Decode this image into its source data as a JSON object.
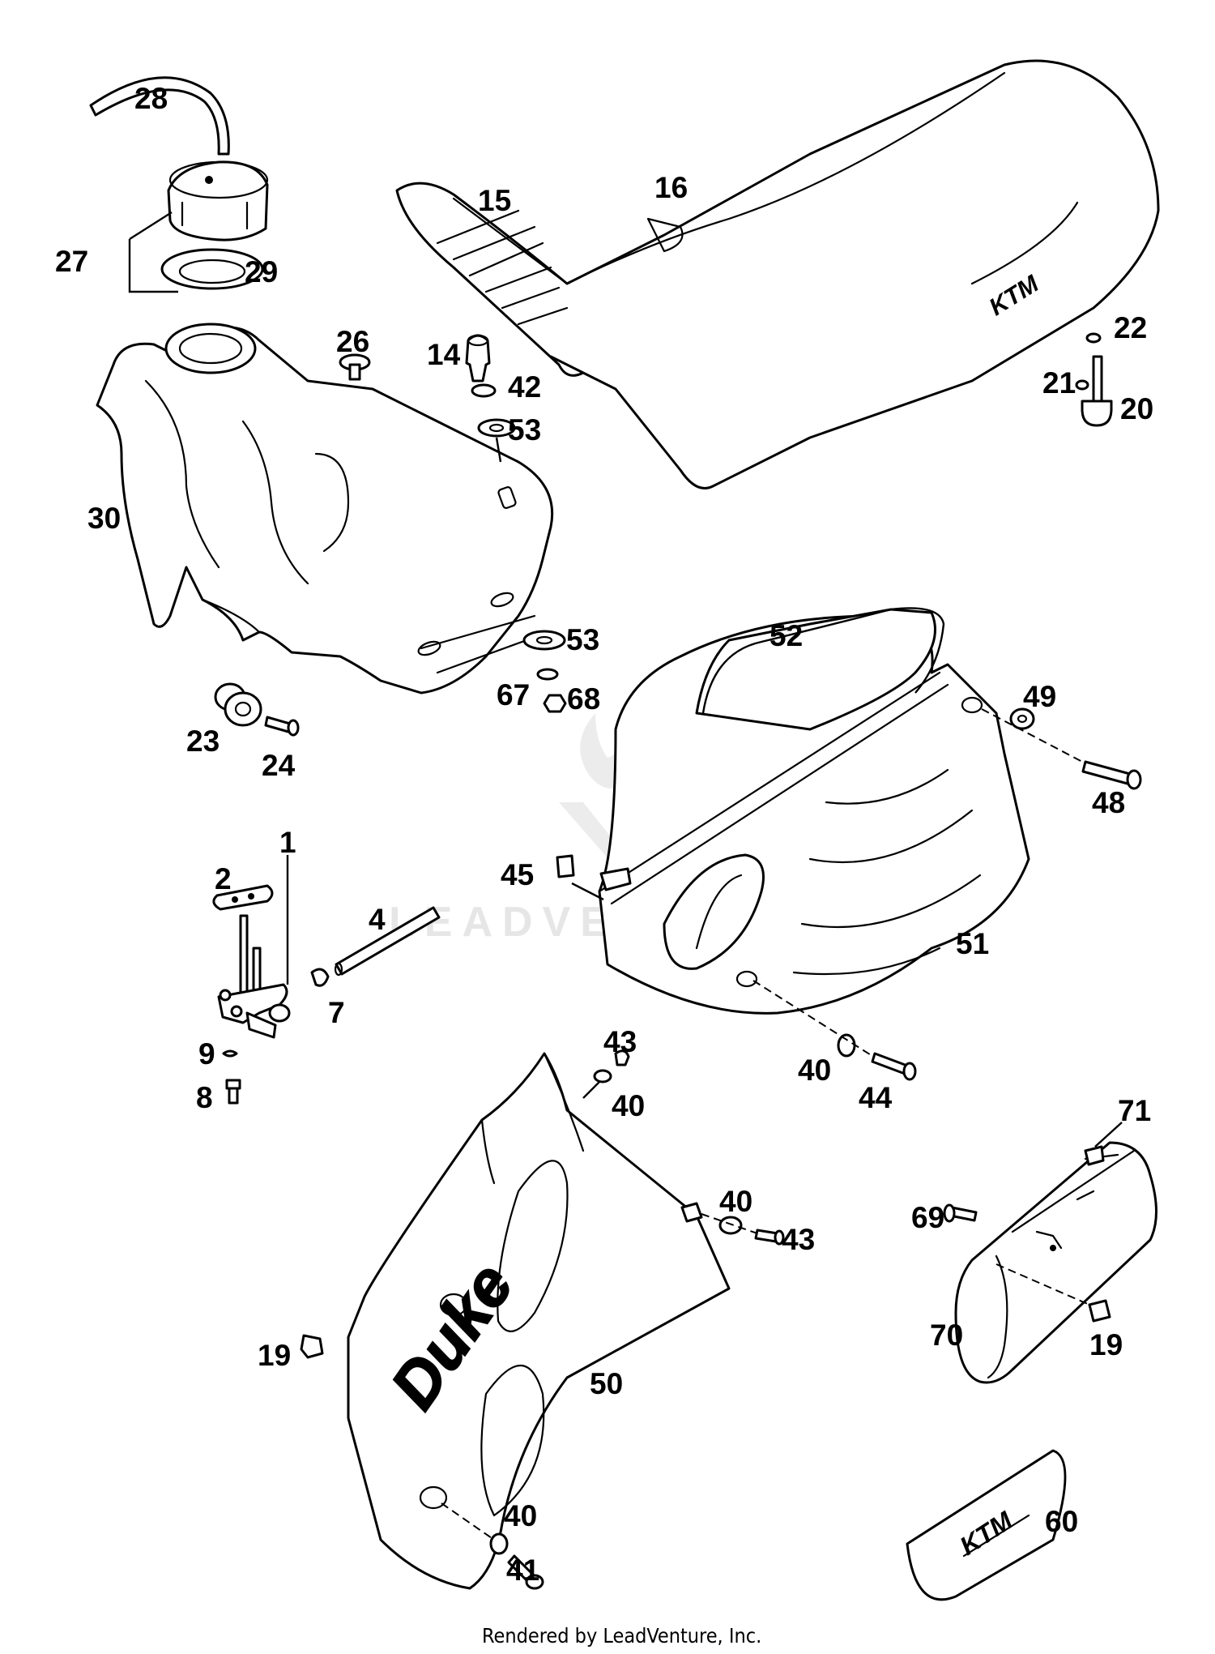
{
  "footer": "Rendered by LeadVenture, Inc.",
  "watermark": "LEADVENTURE",
  "brand_marks": {
    "seat_logo": "KTM",
    "sticker_logo": "KTM",
    "shroud_script": "Duke"
  },
  "callouts": [
    "28",
    "15",
    "16",
    "27",
    "29",
    "26",
    "14",
    "42",
    "53",
    "22",
    "21",
    "20",
    "30",
    "53",
    "67",
    "68",
    "52",
    "49",
    "48",
    "23",
    "24",
    "1",
    "2",
    "45",
    "4",
    "51",
    "7",
    "9",
    "8",
    "43",
    "40",
    "40",
    "44",
    "71",
    "40",
    "43",
    "69",
    "70",
    "19",
    "19",
    "50",
    "60",
    "40",
    "41"
  ],
  "colors": {
    "ink": "#000000",
    "paper": "#ffffff",
    "watermark": "#e6e6e6"
  }
}
